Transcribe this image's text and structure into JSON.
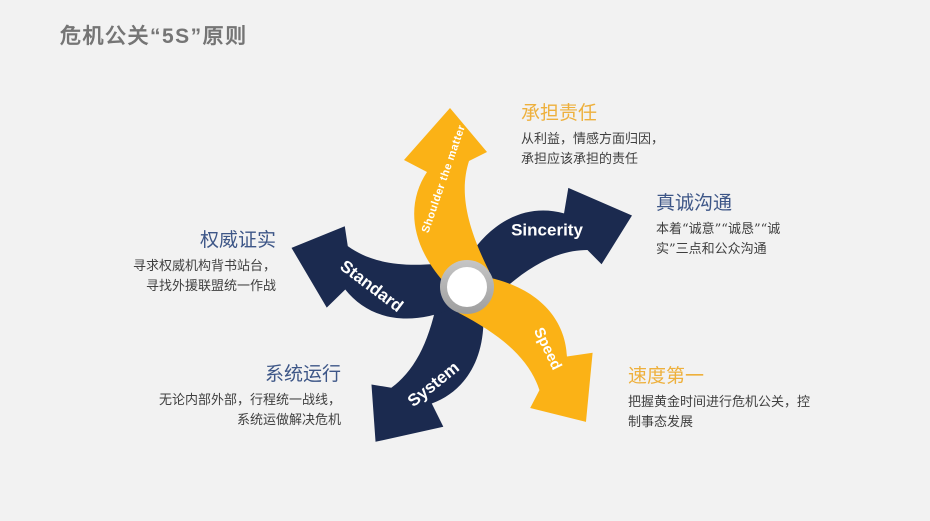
{
  "title": "危机公关“5S”原则",
  "colors": {
    "background": "#F2F2F2",
    "title_gray": "#757575",
    "navy": "#1B2A4F",
    "yellow": "#FBB216",
    "gold_heading": "#EEB03C",
    "navy_heading": "#3D5687",
    "body_text": "#3F3F3F",
    "hub_ring": "#ABABAB",
    "hub_fill": "#FFFFFF"
  },
  "pinwheel": {
    "hub": "circle-hub",
    "blades": [
      {
        "id": "shoulder",
        "label": "Shoulder the matter",
        "color": "yellow"
      },
      {
        "id": "sincerity",
        "label": "Sincerity",
        "color": "navy"
      },
      {
        "id": "speed",
        "label": "Speed",
        "color": "yellow"
      },
      {
        "id": "system",
        "label": "System",
        "color": "navy"
      },
      {
        "id": "standard",
        "label": "Standard",
        "color": "navy"
      }
    ]
  },
  "callouts": [
    {
      "id": "shoulder",
      "heading": "承担责任",
      "line1": "从利益，情感方面归因，",
      "line2": "承担应该承担的责任",
      "heading_color": "gold",
      "align": "left"
    },
    {
      "id": "sincerity",
      "heading": "真诚沟通",
      "line1": "本着“诚意”“诚恳”“诚",
      "line2": "实”三点和公众沟通",
      "heading_color": "navy",
      "align": "left"
    },
    {
      "id": "standard",
      "heading": "权威证实",
      "line1": "寻求权威机构背书站台，",
      "line2": "寻找外援联盟统一作战",
      "heading_color": "navy",
      "align": "right"
    },
    {
      "id": "system",
      "heading": "系统运行",
      "line1": "无论内部外部，行程统一战线，",
      "line2": "系统运做解决危机",
      "heading_color": "navy",
      "align": "right"
    },
    {
      "id": "speed",
      "heading": "速度第一",
      "line1": "把握黄金时间进行危机公关，控",
      "line2": "制事态发展",
      "heading_color": "gold",
      "align": "left"
    }
  ]
}
